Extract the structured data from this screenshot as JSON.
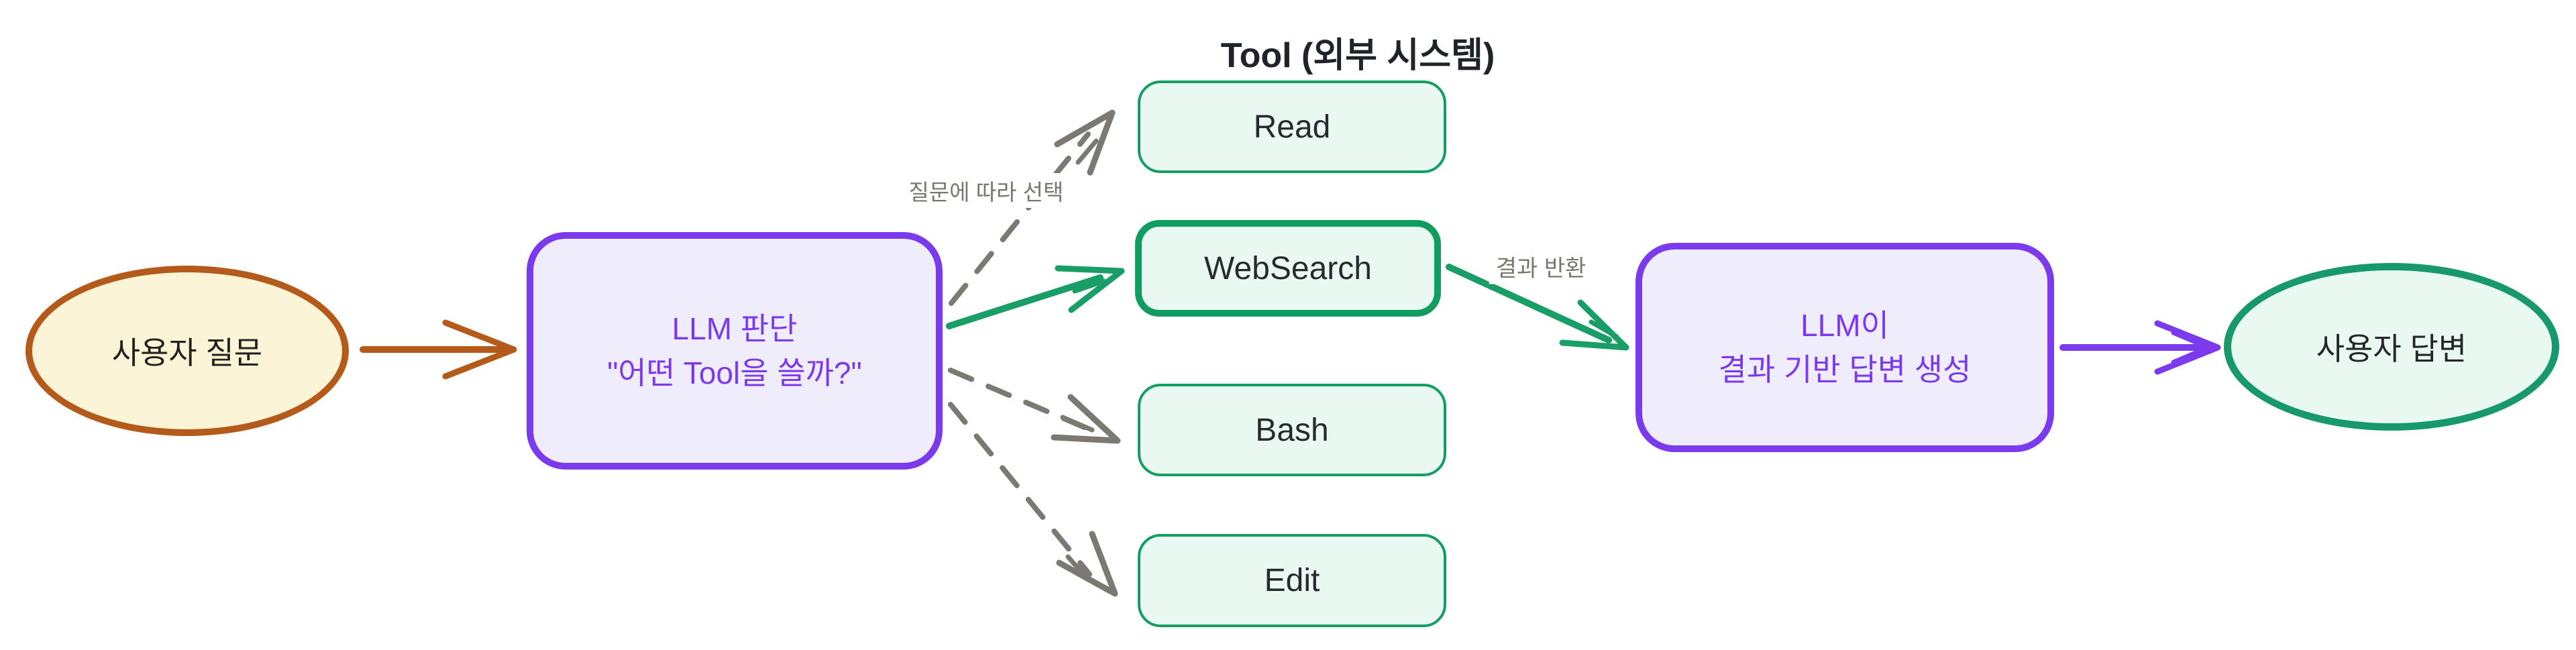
{
  "diagram": {
    "title": "Tool (외부 시스템)",
    "nodes": {
      "user_question": {
        "label": "사용자 질문"
      },
      "llm_decision": {
        "line1": "LLM 판단",
        "line2": "\"어떤 Tool을 쓸까?\""
      },
      "tools": [
        {
          "label": "Read"
        },
        {
          "label": "WebSearch",
          "highlighted": true
        },
        {
          "label": "Bash"
        },
        {
          "label": "Edit"
        }
      ],
      "llm_answer": {
        "line1": "LLM이",
        "line2": "결과 기반 답변 생성"
      },
      "user_answer": {
        "label": "사용자 답변"
      }
    },
    "edge_labels": {
      "select_by_question": "질문에 따라 선택",
      "return_result": "결과 반환"
    },
    "colors": {
      "user_node_fill": "#fcf4d7",
      "user_node_border": "#b45a1a",
      "orange_arrow": "#b45a1a",
      "llm_node_fill": "#efedfb",
      "llm_node_border": "#7c3aed",
      "llm_text": "#7c3aed",
      "purple_arrow": "#7c3aed",
      "tool_node_fill": "#e9f8f0",
      "tool_node_border": "#149e63",
      "websearch_border": "#119d60",
      "green_arrow": "#1a9e68",
      "answer_node_fill": "#e9f8f0",
      "answer_node_border": "#17996b",
      "dashed_gray": "#7c7973",
      "edge_label_gray": "#7b766e",
      "dark_text": "#24221f"
    }
  }
}
